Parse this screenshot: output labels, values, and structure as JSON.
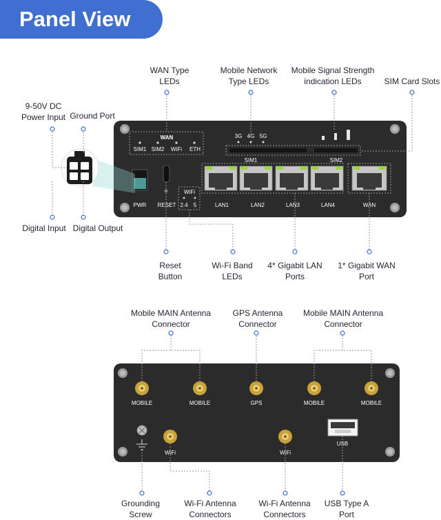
{
  "title": "Panel View",
  "front": {
    "labels": {
      "power_input": "9-50V DC\nPower Input",
      "ground_port": "Ground Port",
      "wan_type_leds": "WAN Type\nLEDs",
      "mobile_network_leds": "Mobile Network\nType LEDs",
      "signal_strength_leds": "Mobile Signal Strength\nindication LEDs",
      "sim_card_slots": "SIM Card Slots",
      "digital_input": "Digital Input",
      "digital_output": "Digital Output",
      "reset_button": "Reset\nButton",
      "wifi_band_leds": "Wi-Fi Band\nLEDs",
      "lan_ports": "4* Gigabit LAN\nPorts",
      "wan_port": "1* Gigabit WAN\nPort"
    },
    "silk": {
      "wan": "WAN",
      "sim1_led": "SIM1",
      "sim2_led": "SIM2",
      "wifi_led": "WiFi",
      "eth_led": "ETH",
      "net_3g": "3G",
      "net_4g": "4G",
      "net_5g": "5G",
      "sim1_slot": "SIM1",
      "sim2_slot": "SIM2",
      "wifi_box": "WiFi",
      "band_24": "2.4",
      "band_5": "5",
      "pwr": "PWR",
      "reset": "RESET",
      "lan1": "LAN1",
      "lan2": "LAN2",
      "lan3": "LAN3",
      "lan4": "LAN4",
      "wan_port": "WAN"
    }
  },
  "back": {
    "labels": {
      "mobile_main_left": "Mobile MAIN Antenna\nConnector",
      "gps": "GPS Antenna\nConnector",
      "mobile_main_right": "Mobile MAIN Antenna\nConnector",
      "grounding": "Grounding\nScrew",
      "wifi_left": "Wi-Fi Antenna\nConnectors",
      "wifi_right": "Wi-Fi Antenna\nConnectors",
      "usb": "USB Type A\nPort"
    },
    "silk": {
      "mobile1": "MOBILE",
      "mobile2": "MOBILE",
      "gps": "GPS",
      "mobile3": "MOBILE",
      "mobile4": "MOBILE",
      "wifi1": "WiFi",
      "wifi2": "WiFi",
      "usb": "USB"
    }
  },
  "colors": {
    "accent": "#3f6fd0",
    "panel": "#2b2b2b",
    "leader": "#8a8a8a",
    "led_green": "#9bd53a",
    "antenna_gold": "#c9a23a"
  }
}
